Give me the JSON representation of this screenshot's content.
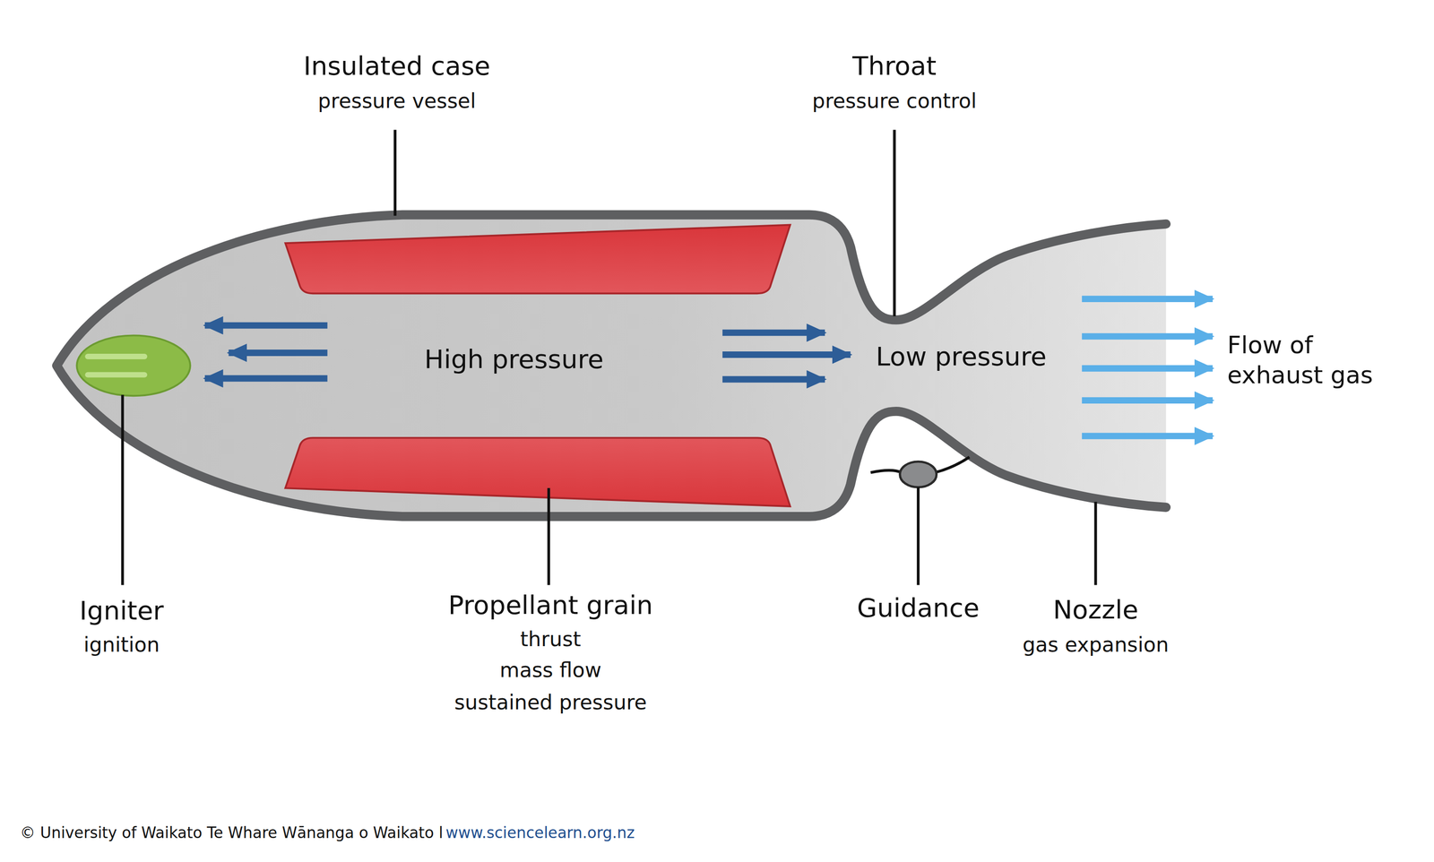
{
  "diagram": {
    "labels": [
      "Insulated case",
      "pressure vessel",
      "Throat",
      "pressure control",
      "High pressure",
      "Low pressure",
      "Flow of exhaust gas",
      "Igniter",
      "ignition",
      "Propellant grain",
      "thrust",
      "mass flow",
      "sustained pressure",
      "Guidance",
      "Nozzle",
      "gas expansion",
      "© University of Waikato Te Whare Wānanga o Waikato l",
      "www.sciencelearn.org.nz"
    ]
  }
}
